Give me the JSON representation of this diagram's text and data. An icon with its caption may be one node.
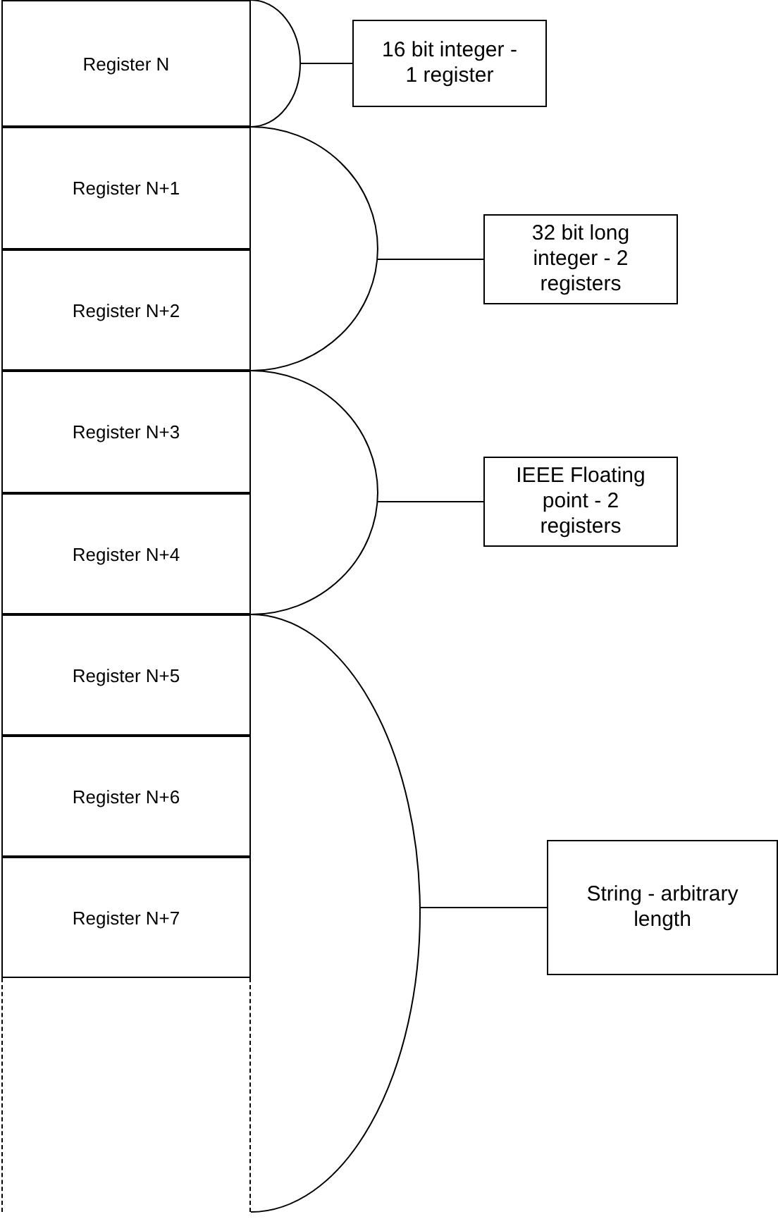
{
  "diagram": {
    "nodes": [
      {
        "text": [
          "Register N"
        ]
      },
      {
        "text": [
          "Register N+1"
        ]
      },
      {
        "text": [
          "Register N+2"
        ]
      },
      {
        "text": [
          "Register N+3"
        ]
      },
      {
        "text": [
          "Register N+4"
        ]
      },
      {
        "text": [
          "Register N+5"
        ]
      },
      {
        "text": [
          "Register N+6"
        ]
      },
      {
        "text": [
          "Register N+7"
        ]
      },
      {
        "text": [],
        "shape": "box"
      },
      {
        "text": [
          "16 bit integer - 1 register"
        ]
      },
      {
        "text": [
          "32 bit long integer - 2 registers"
        ]
      },
      {
        "text": [
          "IEEE Floating point - 2 registers"
        ]
      },
      {
        "text": [
          "String - arbitrary length"
        ]
      },
      {
        "text": [],
        "shape": "bracket"
      },
      {
        "text": [],
        "shape": "bracket"
      },
      {
        "text": [],
        "shape": "bracket"
      },
      {
        "text": [],
        "shape": "bracket"
      }
    ],
    "edges": [
      {
        "from": 9,
        "to": 13,
        "arrow": "none"
      },
      {
        "from": 10,
        "to": 14,
        "arrow": "none"
      },
      {
        "from": 11,
        "to": 15,
        "arrow": "none"
      },
      {
        "from": 12,
        "to": 16,
        "arrow": "none"
      }
    ]
  }
}
